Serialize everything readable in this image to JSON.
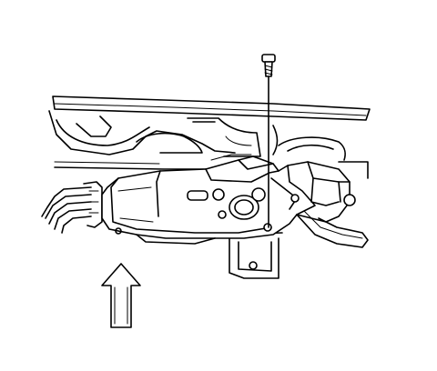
{
  "diagram": {
    "style": "black line-art technical illustration",
    "colors": {
      "line": "#000000",
      "background": "#ffffff"
    },
    "parts": [
      {
        "id": "screw",
        "icon": "screw-icon"
      },
      {
        "id": "motor-assembly",
        "icon": "motor-assembly"
      },
      {
        "id": "mounting-frame",
        "icon": "frame-rail"
      },
      {
        "id": "wiring-harness",
        "icon": "wire-bundle"
      },
      {
        "id": "mounting-bracket",
        "icon": "bracket"
      },
      {
        "id": "direction-arrow",
        "icon": "up-arrow-icon",
        "direction": "up"
      }
    ]
  }
}
